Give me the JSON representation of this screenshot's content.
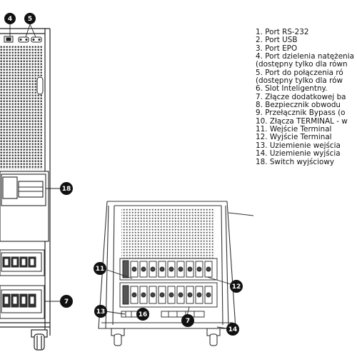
{
  "callouts": {
    "c4": "4",
    "c5": "5",
    "c18": "18",
    "c7a": "7",
    "c11": "11",
    "c12": "12",
    "c13": "13",
    "c16": "16",
    "c7b": "7",
    "c14": "14"
  },
  "legend": [
    "1. Port RS-232",
    "2. Port USB",
    "3. Port EPO",
    "4. Port dzielenia natężenia",
    "(dostępny tylko dla równ",
    "5. Port do połączenia ró",
    "(dostępny tylko dla rów",
    "6. Slot Inteligentny.",
    "7. Złącze dodatkowej ba",
    "8. Bezpiecznik obwodu",
    "9. Przełącznik Bypass (o",
    "10. Złącza TERMINAL - w",
    "11. Wejście Terminal",
    "12. Wyjście Terminal",
    "13. Uziemienie wejścia",
    "14. Uziemienie wyjścia",
    "18. Switch wyjściowy"
  ],
  "colors": {
    "line": "#222222",
    "callout_fill": "#111111",
    "grille": "#2a2a2a",
    "background": "#ffffff"
  }
}
